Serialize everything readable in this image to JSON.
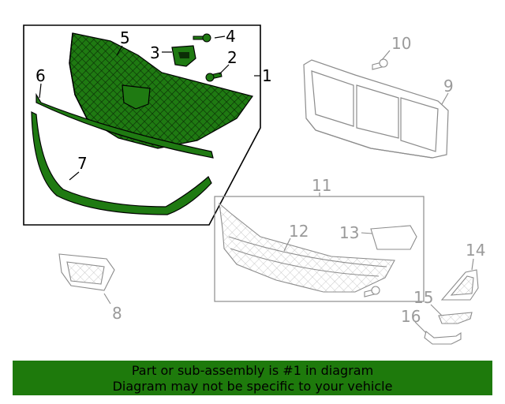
{
  "diagram": {
    "callouts": [
      {
        "id": "1",
        "label": "1",
        "highlighted": true
      },
      {
        "id": "2",
        "label": "2",
        "highlighted": true
      },
      {
        "id": "3",
        "label": "3",
        "highlighted": true
      },
      {
        "id": "4",
        "label": "4",
        "highlighted": true
      },
      {
        "id": "5",
        "label": "5",
        "highlighted": true
      },
      {
        "id": "6",
        "label": "6",
        "highlighted": true
      },
      {
        "id": "7",
        "label": "7",
        "highlighted": true
      },
      {
        "id": "8",
        "label": "8",
        "highlighted": false
      },
      {
        "id": "9",
        "label": "9",
        "highlighted": false
      },
      {
        "id": "10",
        "label": "10",
        "highlighted": false
      },
      {
        "id": "11",
        "label": "11",
        "highlighted": false
      },
      {
        "id": "12",
        "label": "12",
        "highlighted": false
      },
      {
        "id": "13",
        "label": "13",
        "highlighted": false
      },
      {
        "id": "14",
        "label": "14",
        "highlighted": false
      },
      {
        "id": "15",
        "label": "15",
        "highlighted": false
      },
      {
        "id": "16",
        "label": "16",
        "highlighted": false
      }
    ],
    "colors": {
      "highlight_fill": "#1f7a12",
      "highlight_stroke": "#000000",
      "ghost_stroke": "#8c8c8c",
      "callout_dark": "#000000",
      "callout_grey": "#9a9a9a",
      "banner_bg": "#1e7a0c"
    }
  },
  "banner": {
    "line1": "Part or sub-assembly is #1 in diagram",
    "line2": "Diagram may not be specific to your vehicle"
  }
}
